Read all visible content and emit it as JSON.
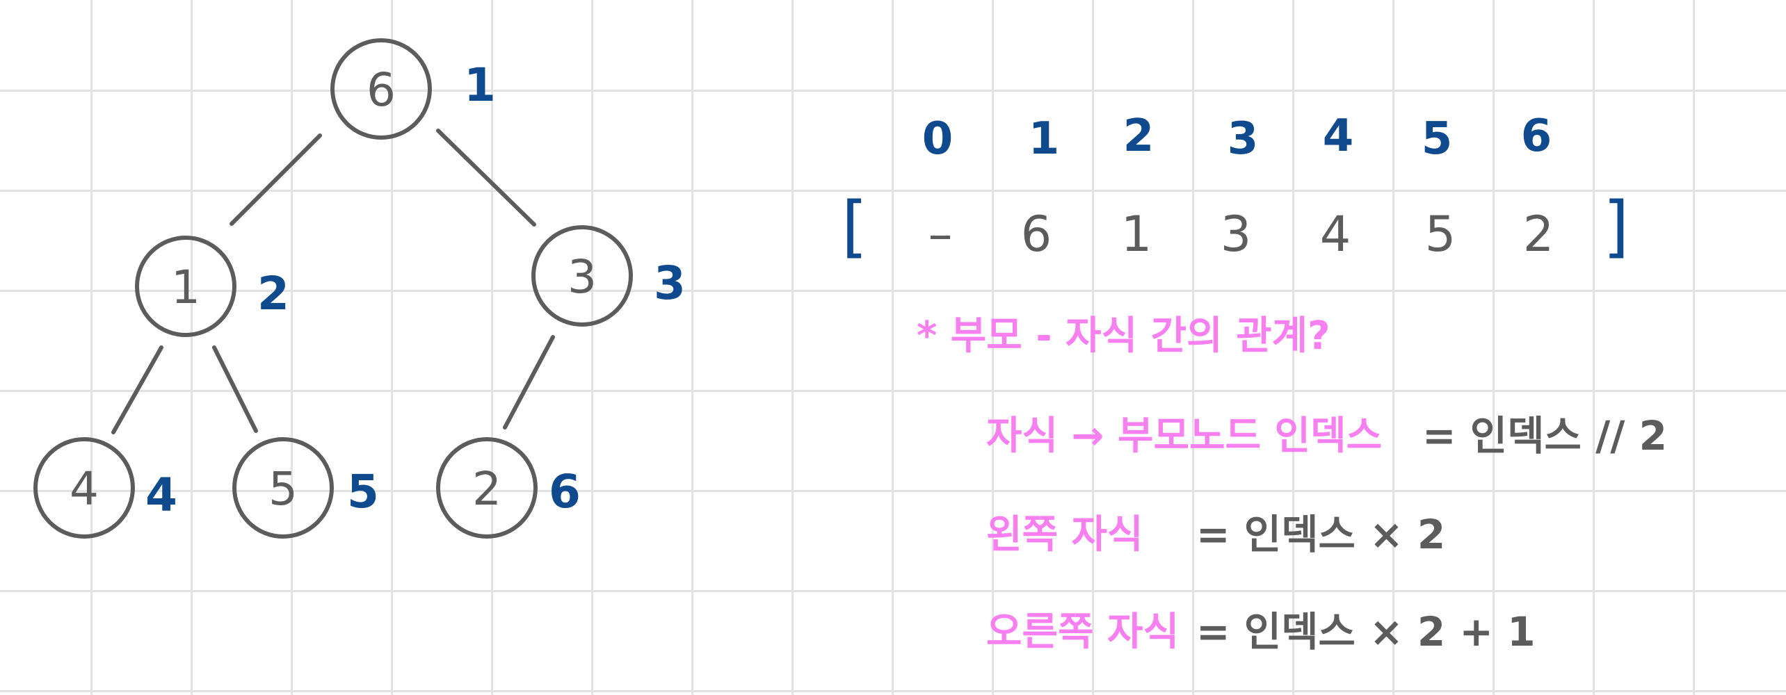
{
  "tree": {
    "nodes": [
      {
        "value": "6",
        "index": "1"
      },
      {
        "value": "1",
        "index": "2"
      },
      {
        "value": "3",
        "index": "3"
      },
      {
        "value": "4",
        "index": "4"
      },
      {
        "value": "5",
        "index": "5"
      },
      {
        "value": "2",
        "index": "6"
      }
    ],
    "edges": [
      [
        "6",
        "1"
      ],
      [
        "6",
        "3"
      ],
      [
        "1",
        "4"
      ],
      [
        "1",
        "5"
      ],
      [
        "3",
        "2"
      ]
    ]
  },
  "array": {
    "open_bracket": "[",
    "close_bracket": "]",
    "indices": [
      "0",
      "1",
      "2",
      "3",
      "4",
      "5",
      "6"
    ],
    "values": [
      "–",
      "6",
      "1",
      "3",
      "4",
      "5",
      "2"
    ]
  },
  "notes": {
    "question": "* 부모 - 자식 간의 관계?",
    "rows": [
      {
        "label": "자식 → 부모노드 인덱스",
        "formula": "= 인덱스 // 2"
      },
      {
        "label": "왼쪽 자식",
        "formula": "= 인덱스 × 2"
      },
      {
        "label": "오른쪽 자식",
        "formula": "= 인덱스 × 2 + 1"
      }
    ]
  },
  "colors": {
    "ink": "#5c5c5c",
    "index_blue": "#0f4a8e",
    "note_pink": "#f77ff0",
    "grid": "#e3e3e3"
  }
}
